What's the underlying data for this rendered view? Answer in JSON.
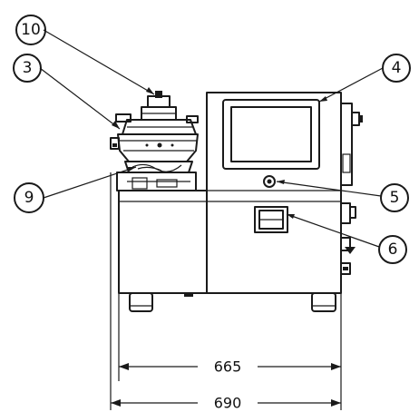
{
  "callouts": {
    "c10": "10",
    "c3": "3",
    "c4": "4",
    "c5": "5",
    "c6": "6",
    "c9": "9"
  },
  "dimensions": {
    "inner_width": "665",
    "outer_width": "690"
  }
}
